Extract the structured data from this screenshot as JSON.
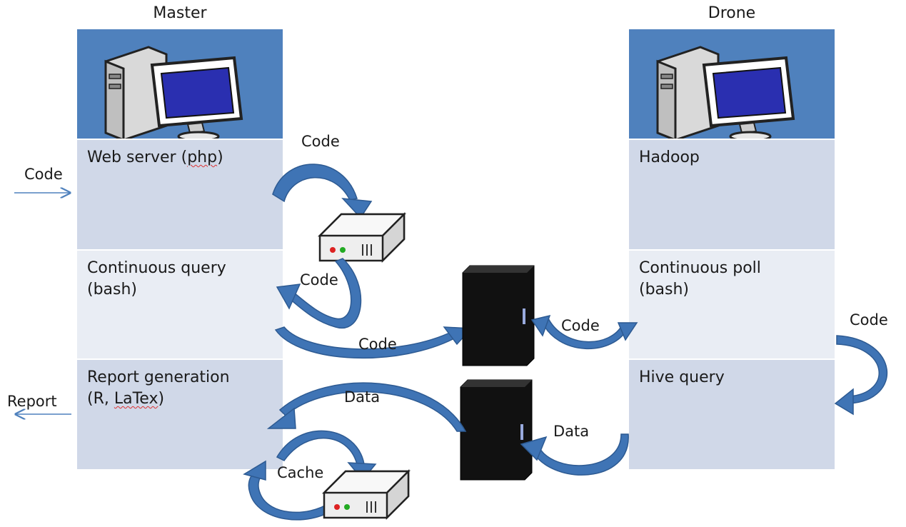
{
  "master": {
    "title": "Master",
    "rows": {
      "web_server_a": "Web server (",
      "web_server_b": "php",
      "web_server_c": ")",
      "continuous_query_1": "Continuous query",
      "continuous_query_2": "(bash)",
      "report_1": "Report generation",
      "report_2a": "(R, ",
      "report_2b": "LaTex",
      "report_2c": ")"
    }
  },
  "drone": {
    "title": "Drone",
    "rows": {
      "hadoop": "Hadoop",
      "continuous_poll_1": "Continuous poll",
      "continuous_poll_2": "(bash)",
      "hive_query": "Hive query"
    }
  },
  "labels": {
    "code_in": "Code",
    "report_out": "Report",
    "code_top": "Code",
    "code_mid": "Code",
    "code_bottom": "Code",
    "code_drone_link": "Code",
    "code_right": "Code",
    "data_top": "Data",
    "data_drone_link": "Data",
    "cache": "Cache"
  },
  "colors": {
    "header_blue": "#4f81bd",
    "row_dark": "#d0d8e8",
    "row_light": "#e9edf4",
    "arrow_blue": "#3b6eb0"
  },
  "icons": [
    "desktop-computer-icon",
    "hard-drive-icon",
    "external-drive-icon"
  ]
}
